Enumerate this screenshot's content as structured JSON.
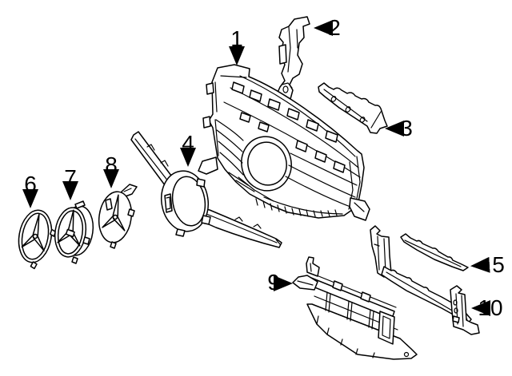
{
  "diagram": {
    "background_color": "#ffffff",
    "line_color": "#000000",
    "callouts": [
      {
        "number": "1"
      },
      {
        "number": "2"
      },
      {
        "number": "3"
      },
      {
        "number": "4"
      },
      {
        "number": "5"
      },
      {
        "number": "6"
      },
      {
        "number": "7"
      },
      {
        "number": "8"
      },
      {
        "number": "9"
      },
      {
        "number": "10"
      }
    ]
  }
}
